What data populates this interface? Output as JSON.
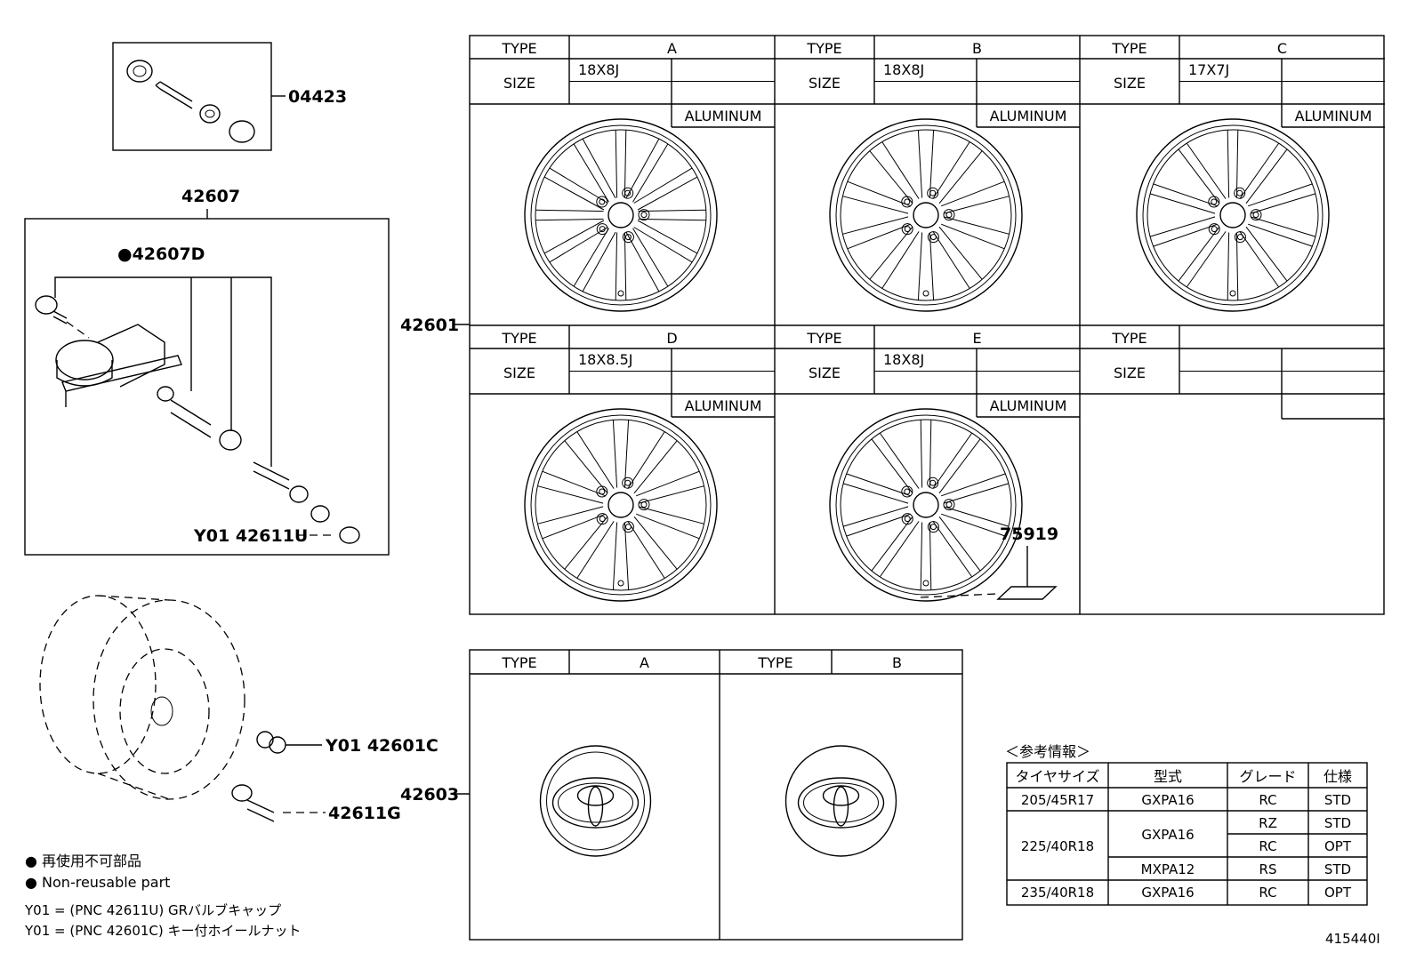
{
  "parts": {
    "valve_kit": "04423",
    "sensor_assy": "42607",
    "sensor_sub": "●42607D",
    "valve_cap": "Y01 42611U",
    "wheel": "42601",
    "cap": "42603",
    "lock_nut": "Y01 42601C",
    "valve": "42611G",
    "label": "75919"
  },
  "wheel_table": {
    "type_label": "TYPE",
    "size_label": "SIZE",
    "material": "ALUMINUM",
    "cells": [
      {
        "type": "A",
        "size": "18X8J",
        "material": "ALUMINUM"
      },
      {
        "type": "B",
        "size": "18X8J",
        "material": "ALUMINUM"
      },
      {
        "type": "C",
        "size": "17X7J",
        "material": "ALUMINUM"
      },
      {
        "type": "D",
        "size": "18X8.5J",
        "material": "ALUMINUM"
      },
      {
        "type": "E",
        "size": "18X8J",
        "material": "ALUMINUM"
      },
      {
        "type": "",
        "size": "",
        "material": ""
      }
    ]
  },
  "cap_table": {
    "type_label": "TYPE",
    "cells": [
      {
        "type": "A"
      },
      {
        "type": "B"
      }
    ]
  },
  "ref_info": {
    "title": "＜参考情報＞",
    "headers": [
      "タイヤサイズ",
      "型式",
      "グレード",
      "仕様"
    ],
    "rows": [
      {
        "size": "205/45R17",
        "model": "GXPA16",
        "grade": "RC",
        "spec": "STD"
      },
      {
        "size": "225/40R18",
        "model": "GXPA16",
        "grade": "RZ",
        "spec": "STD"
      },
      {
        "size": "",
        "model": "",
        "grade": "RC",
        "spec": "OPT"
      },
      {
        "size": "",
        "model": "MXPA12",
        "grade": "RS",
        "spec": "STD"
      },
      {
        "size": "235/40R18",
        "model": "GXPA16",
        "grade": "RC",
        "spec": "OPT"
      }
    ]
  },
  "notes": {
    "jp_nonreusable": "● 再使用不可部品",
    "en_nonreusable": "● Non-reusable part",
    "y01_line1": "Y01 = (PNC 42611U) GRバルブキャップ",
    "y01_line2": "Y01 = (PNC 42601C) キー付ホイールナット"
  },
  "figure_id": "415440I"
}
